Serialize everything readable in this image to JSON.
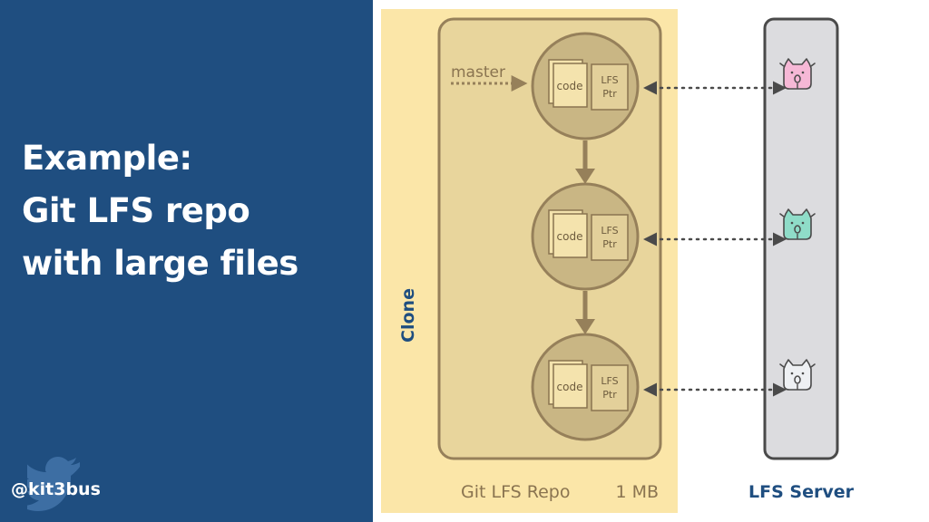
{
  "slide": {
    "headline": [
      "Example:",
      "Git LFS repo",
      "with large files"
    ],
    "handle": "@kit3bus"
  },
  "diagram": {
    "clone_label": "Clone",
    "branch_label": "master",
    "commits": [
      {
        "code_label": "code",
        "ptr_label": "LFS\nPtr",
        "object_color": "#f6b8d6"
      },
      {
        "code_label": "code",
        "ptr_label": "LFS\nPtr",
        "object_color": "#8fdcc8"
      },
      {
        "code_label": "code",
        "ptr_label": "LFS\nPtr",
        "object_color": "#eef0f3"
      }
    ],
    "repo_label": "Git LFS Repo",
    "repo_size": "1 MB",
    "server_label": "LFS Server"
  },
  "colors": {
    "left_panel": "#1f4e80",
    "clone_area": "#fbe6a8",
    "repo_box": "#e8d59c",
    "commit_circle": "#c9b684",
    "brown_stroke": "#96805a",
    "server_box": "#dcdcdf",
    "label_blue": "#1f4e80"
  }
}
